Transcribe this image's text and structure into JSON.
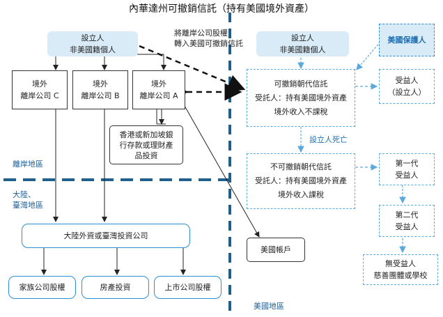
{
  "title": "內華達州可撤銷信託（持有美國境外資產）",
  "nodes": {
    "settlor_left": {
      "line1": "設立人",
      "line2": "非美國籍個人"
    },
    "settlor_right": {
      "line1": "設立人",
      "line2": "非美國籍個人"
    },
    "offshore_c": {
      "line1": "境外",
      "line2": "離岸公司 C"
    },
    "offshore_b": {
      "line1": "境外",
      "line2": "離岸公司 B"
    },
    "offshore_a": {
      "line1": "境外",
      "line2": "離岸公司 A"
    },
    "hk_sg": {
      "line1": "香港或新加坡銀",
      "line2": "行存款或理財產",
      "line3": "品投資"
    },
    "mainland_invest": {
      "line1": "大陸外資或臺灣投資公司"
    },
    "family_equity": {
      "line1": "家族公司股權"
    },
    "real_estate": {
      "line1": "房產投資"
    },
    "listed_equity": {
      "line1": "上市公司股權"
    },
    "us_account": {
      "line1": "美國帳戶"
    },
    "protector": {
      "line1": "美國保護人"
    },
    "revocable_trust": {
      "line1": "可撤銷朝代信託",
      "line2": "受託人：持有美國境外資產",
      "line3": "境外收入不課稅"
    },
    "beneficiary": {
      "line1": "受益人",
      "line2": "（設立人）"
    },
    "irrevocable_trust": {
      "line1": "不可撤銷朝代信託",
      "line2": "受託人：持有美國境外資產",
      "line3": "境外收入課稅"
    },
    "gen1": {
      "line1": "第一代",
      "line2": "受益人"
    },
    "gen2": {
      "line1": "第二代",
      "line2": "受益人"
    },
    "no_beneficiary": {
      "line1": "無受益人",
      "line2": "慈善團體或學校"
    }
  },
  "labels": {
    "transfer_line1": "將離岸公司股權",
    "transfer_line2": "轉入美國可撤銷信託",
    "settlor_death": "設立人死亡",
    "region_offshore": "離岸地區",
    "region_mainland_line1": "大陸、",
    "region_mainland_line2": "臺灣地區",
    "region_us": "美國地區"
  },
  "colors": {
    "accent_blue": "#2b8fd6",
    "fill_blue": "#d8ebf7",
    "divider_blue": "#1f5f8b",
    "region_text": "#1f5f99"
  }
}
